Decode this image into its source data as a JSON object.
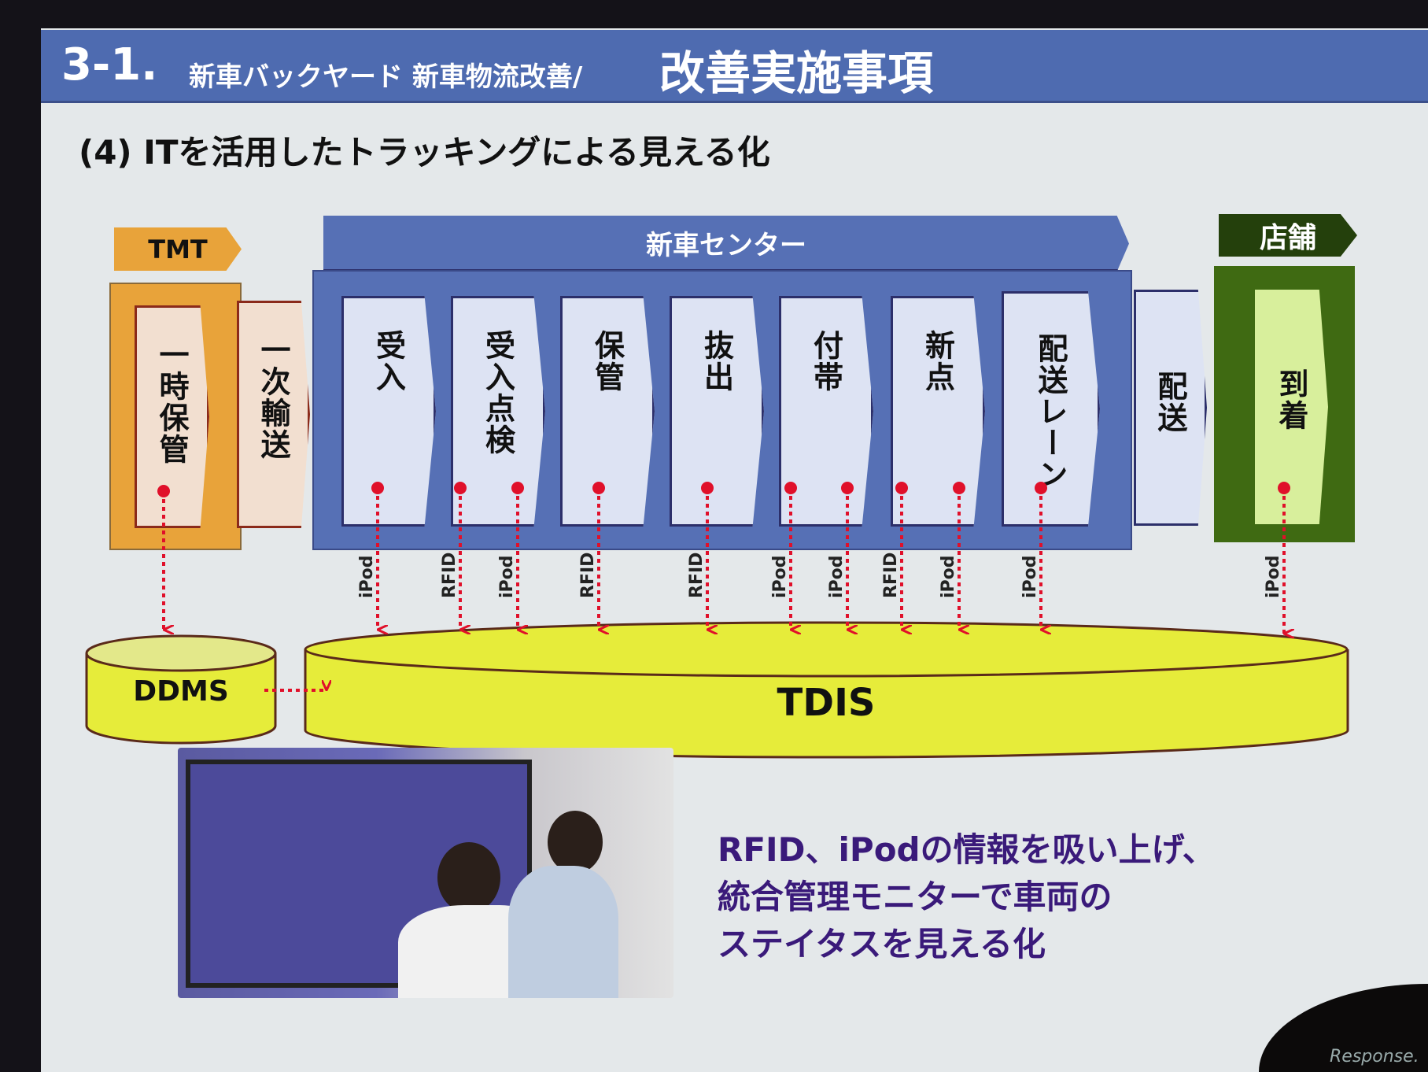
{
  "header": {
    "number": "3-1.",
    "subtitle_small": "新車バックヤード 新車物流改善/",
    "subtitle_big": "改善実施事項"
  },
  "section_title": "(4) ITを活用したトラッキングによる見える化",
  "tmt": {
    "tag": "TMT",
    "stages": [
      "一時保管",
      "一次輸送"
    ]
  },
  "center": {
    "banner": "新車センター",
    "stages": [
      "受入",
      "受入点検",
      "保管",
      "抜出",
      "付帯",
      "新点",
      "配送レーン"
    ]
  },
  "delivery": "配送",
  "store": {
    "tag": "店舗",
    "stage": "到着"
  },
  "sensors": [
    "iPod",
    "RFID",
    "iPod",
    "RFID",
    "RFID",
    "iPod",
    "iPod",
    "RFID",
    "iPod",
    "iPod",
    "iPod"
  ],
  "databases": {
    "ddms": "DDMS",
    "tdis": "TDIS"
  },
  "message": [
    "RFID、iPodの情報を吸い上げ、",
    "統合管理モニターで車両の",
    "ステイタスを見える化"
  ],
  "watermark": "Response.",
  "colors": {
    "header": "#4e6bb0",
    "tmt": "#e8a33a",
    "center": "#5670b5",
    "store": "#3f6a12",
    "db": "#e6ec3a",
    "arrow": "#e0102a"
  }
}
